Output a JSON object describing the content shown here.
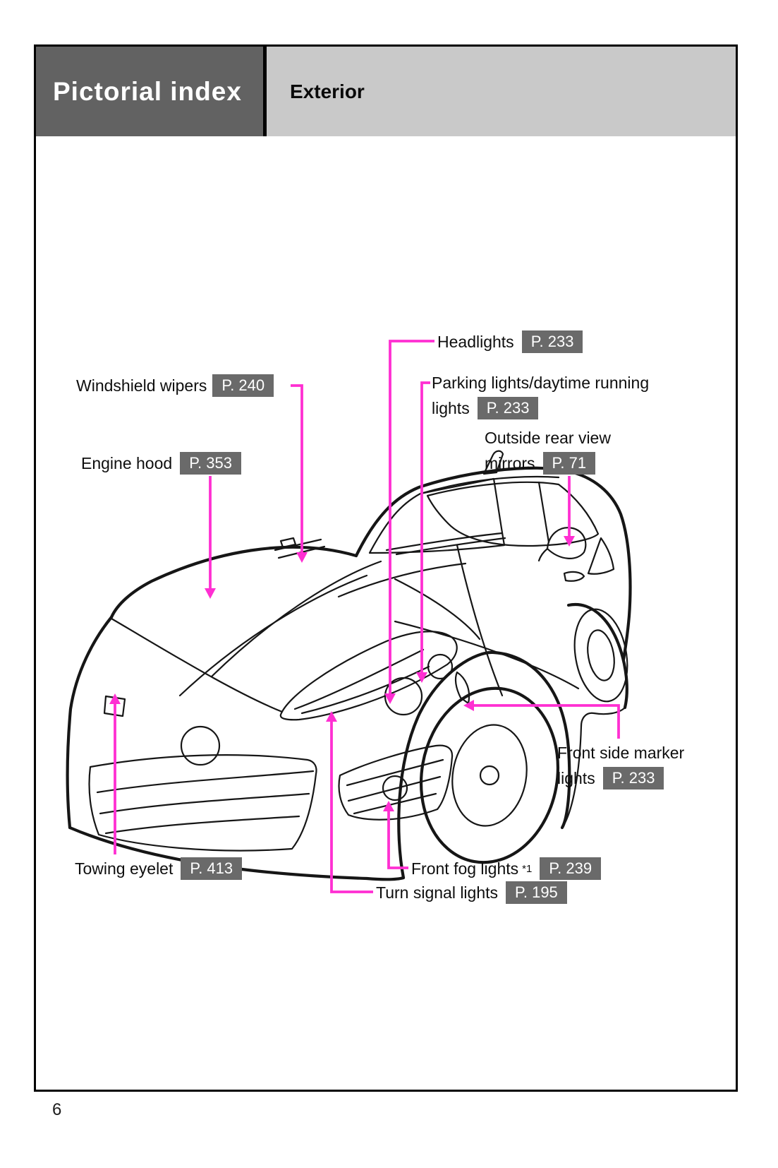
{
  "header": {
    "section_title": "Pictorial index",
    "chapter_title": "Exterior"
  },
  "page_number": "6",
  "colors": {
    "accent": "#ff2fd2",
    "header_dark": "#626262",
    "header_light": "#c9c9c9",
    "badge_bg": "#6a6a6a",
    "line_art": "#161616"
  },
  "illustration": "car-front-three-quarter-line-drawing",
  "labels": {
    "headlights": {
      "text": "Headlights",
      "page_ref": "P. 233"
    },
    "windshield_wipers": {
      "text": "Windshield wipers",
      "page_ref": "P. 240"
    },
    "parking_lights": {
      "line1": "Parking lights/daytime running",
      "line2": "lights",
      "page_ref": "P. 233"
    },
    "outside_mirrors": {
      "line1": "Outside rear view",
      "line2": "mirrors",
      "page_ref": "P. 71"
    },
    "engine_hood": {
      "text": "Engine hood",
      "page_ref": "P. 353"
    },
    "front_side_marker_lights": {
      "line1": "Front side marker",
      "line2": "lights",
      "page_ref": "P. 233"
    },
    "towing_eyelet": {
      "text": "Towing eyelet",
      "page_ref": "P. 413"
    },
    "front_fog_lights": {
      "text": "Front fog lights",
      "footnote": "*1",
      "page_ref": "P. 239"
    },
    "turn_signal_lights": {
      "text": "Turn signal lights",
      "page_ref": "P. 195"
    }
  }
}
